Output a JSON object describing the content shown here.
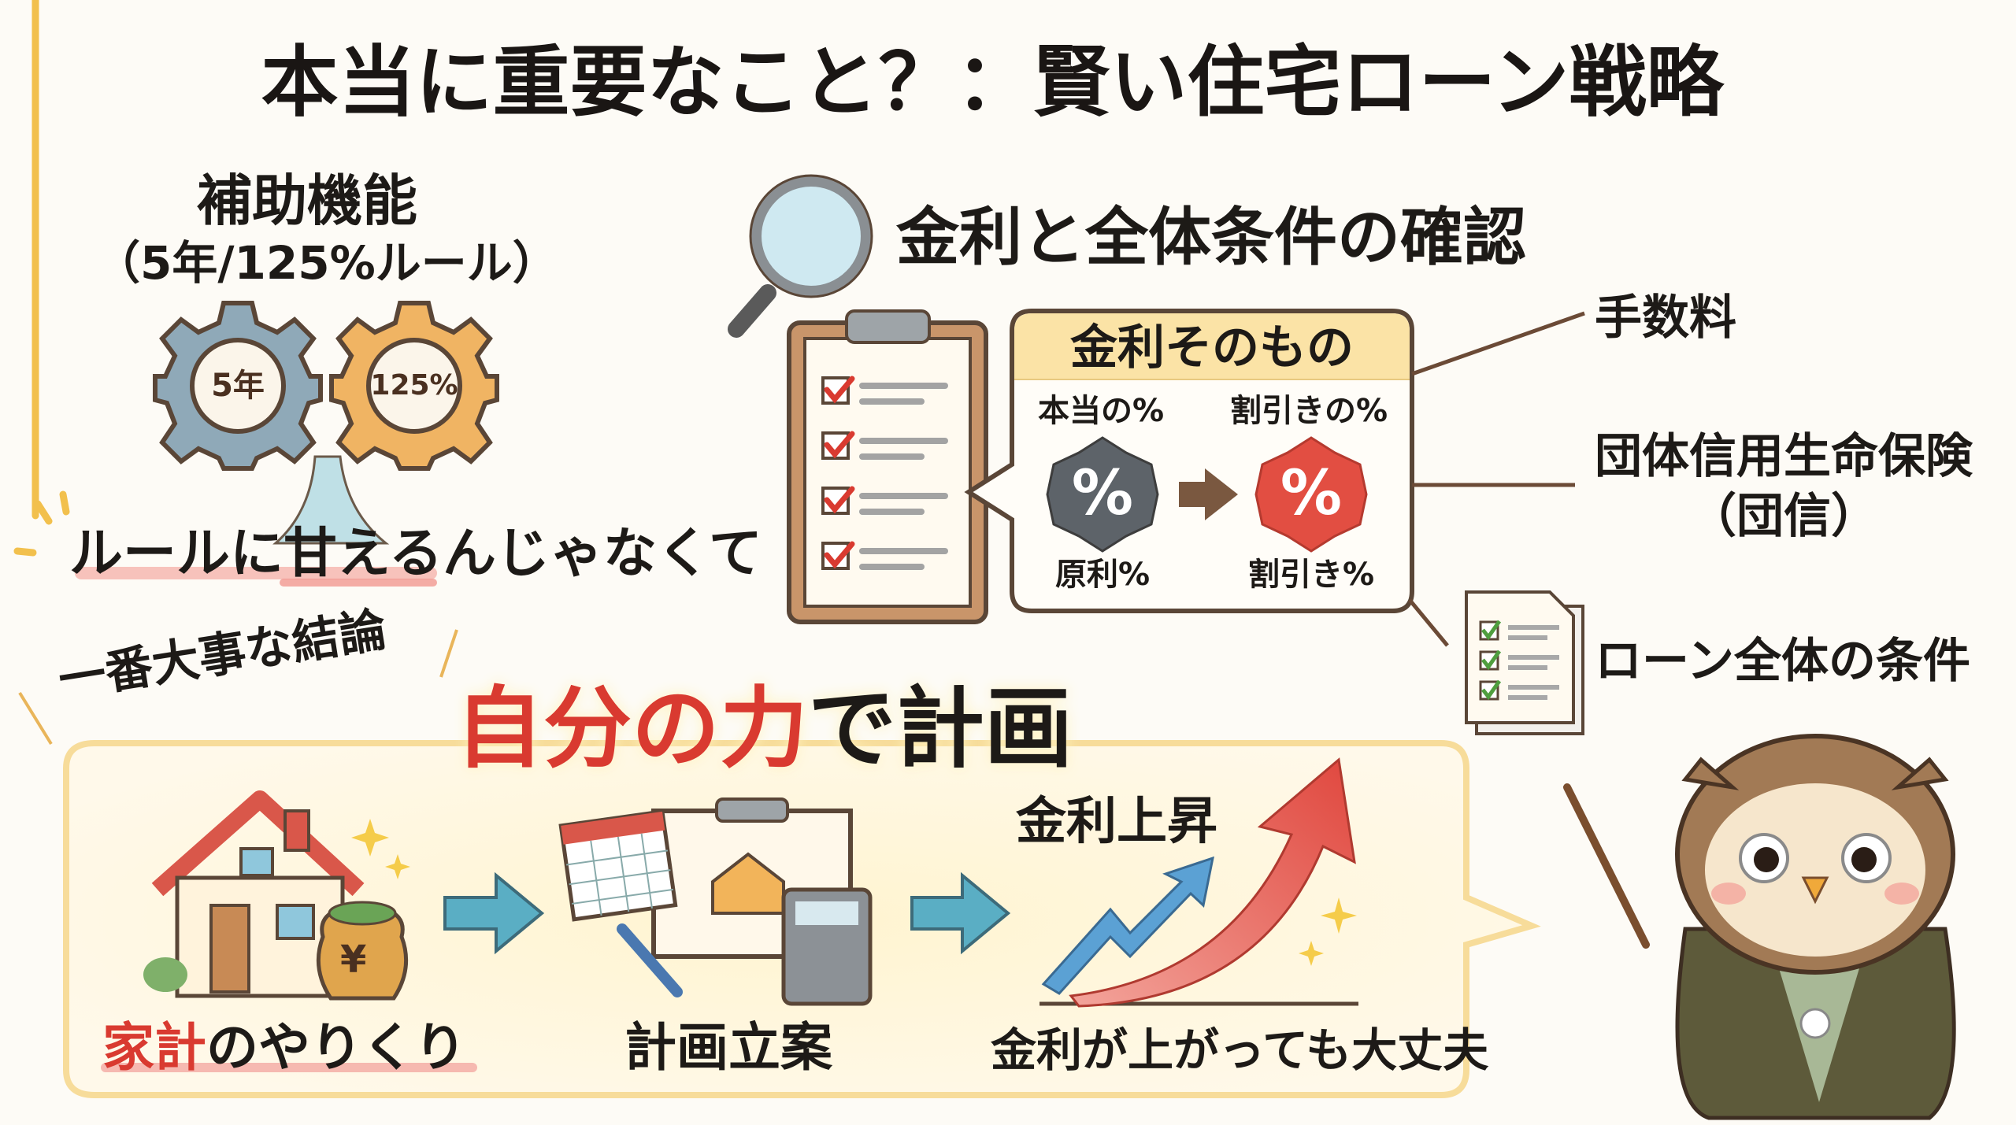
{
  "title": "本当に重要なこと？：賢い住宅ローン戦略",
  "assist": {
    "heading": "補助機能",
    "subheading": "（5年/125%ルール）",
    "gear_left": "5年",
    "gear_right": "125%",
    "caption": "ルールに甘えるんじゃなくて"
  },
  "check": {
    "heading": "金利と全体条件の確認",
    "box_title": "金利そのもの",
    "label_true": "本当の%",
    "label_discount": "割引きの%",
    "badge_symbol": "%",
    "label_base": "原利%",
    "label_discounted": "割引き%",
    "side_items": [
      "手数料",
      "団体信用生命保険",
      "（団信）",
      "ローン全体の条件"
    ]
  },
  "conclusion": {
    "tag": "一番大事な結論",
    "headline_red": "自分の力",
    "headline_dark": "で計画",
    "steps": [
      {
        "label_red": "家計",
        "label": "のやりくり"
      },
      {
        "label": "計画立案"
      },
      {
        "label": "金利が上がっても大丈夫",
        "chart_label": "金利上昇"
      }
    ],
    "yen": "¥"
  },
  "colors": {
    "accent_red": "#d93a30",
    "brown": "#6b4a36",
    "highlight": "#f4a9a3",
    "box_fill": "#fff8e6",
    "arrow_blue": "#4aa6c0"
  }
}
